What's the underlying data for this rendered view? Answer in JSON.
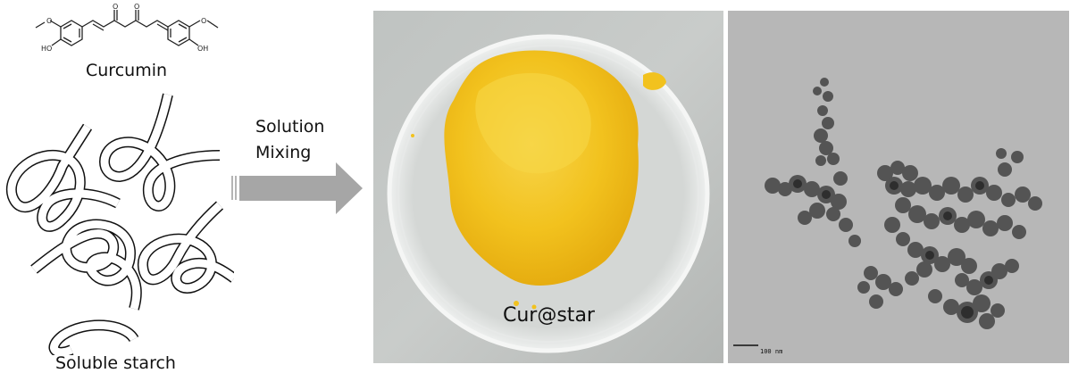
{
  "curcumin": {
    "name": "Curcumin",
    "atoms": {
      "hydroxyl": "HO",
      "hydroxyl_right": "OH",
      "oxygen": "O"
    }
  },
  "starch": {
    "name": "Soluble starch"
  },
  "process": {
    "line1": "Solution",
    "line2": "Mixing"
  },
  "product": {
    "name": "Cur@star"
  },
  "tem": {
    "scale_bar": "100 nm"
  },
  "colors": {
    "arrow": "#a6a6a6",
    "powder": "#f2c21e",
    "tem_background": "#b7b7b7",
    "tem_particles": "#3f3f3f"
  }
}
